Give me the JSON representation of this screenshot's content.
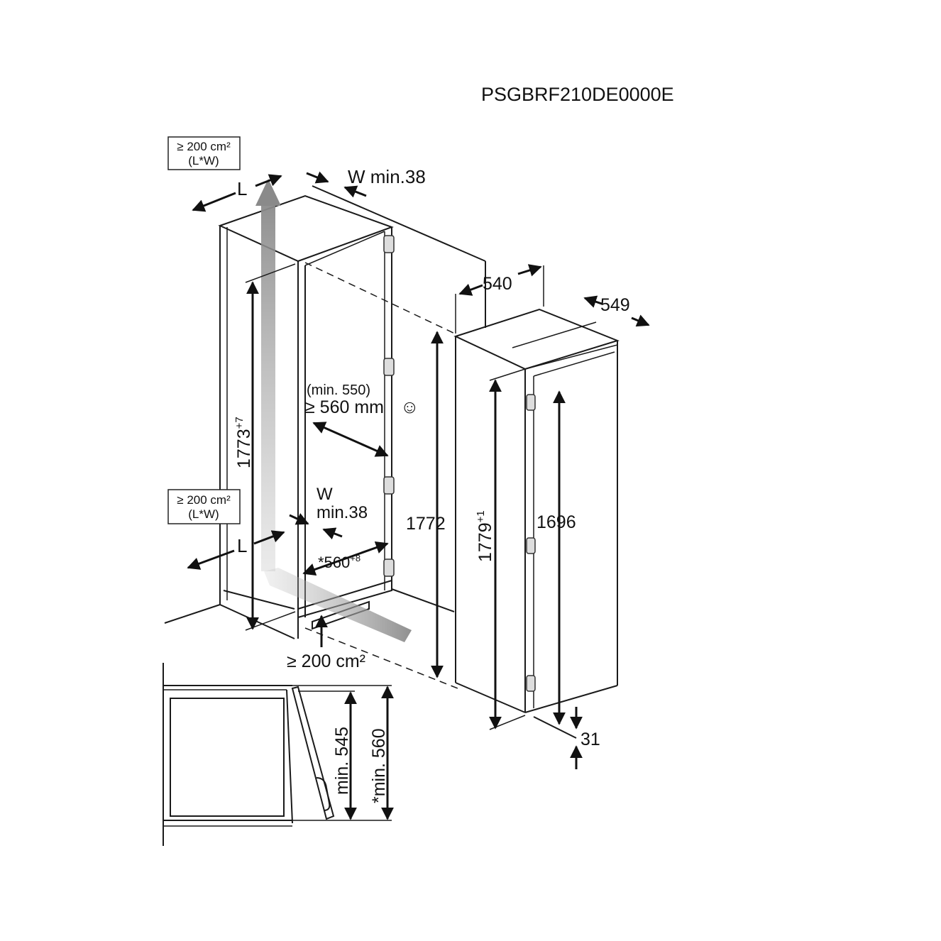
{
  "model_code": "PSGBRF210DE0000E",
  "labels": {
    "vent_top_line1": "≥ 200 cm²",
    "vent_top_line2": "(L*W)",
    "vent_mid_line1": "≥ 200 cm²",
    "vent_mid_line2": "(L*W)",
    "vent_bottom": "≥ 200 cm²",
    "L_top": "L",
    "L_bottom": "L",
    "W_top": "W min.38",
    "W_mid_line1": "W",
    "W_mid_line2": "min.38",
    "niche_height": "1773",
    "niche_height_tol": "+7",
    "depth_line1": "(min. 550)",
    "depth_line2": "≥ 560 mm",
    "smiley": "☺",
    "niche_width": "*560",
    "niche_width_tol": "+8",
    "cabinet_height": "1772",
    "appliance_width": "540",
    "appliance_depth": "549",
    "appliance_height": "1779",
    "appliance_height_tol": "+1",
    "door_height": "1696",
    "plinth_gap": "31",
    "detail_min_545": "min. 545",
    "detail_min_560": "*min. 560"
  },
  "colors": {
    "line": "#1a1a1a",
    "airflow": "#9a9a9a"
  }
}
